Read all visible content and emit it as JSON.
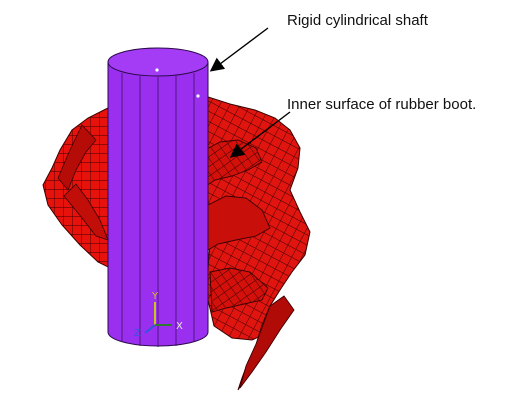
{
  "annotations": {
    "shaft_label": "Rigid cylindrical shaft",
    "boot_label": "Inner surface of rubber boot."
  },
  "triad": {
    "y_label": "Y",
    "x_label": "X",
    "z_label": "Z"
  },
  "colors": {
    "shaft": "#9b2ff0",
    "boot": "#e8120c",
    "mesh": "#3a0000",
    "triad_y": "#c9c81a",
    "triad_x": "#2f7a2f",
    "triad_z": "#2d58d8"
  }
}
